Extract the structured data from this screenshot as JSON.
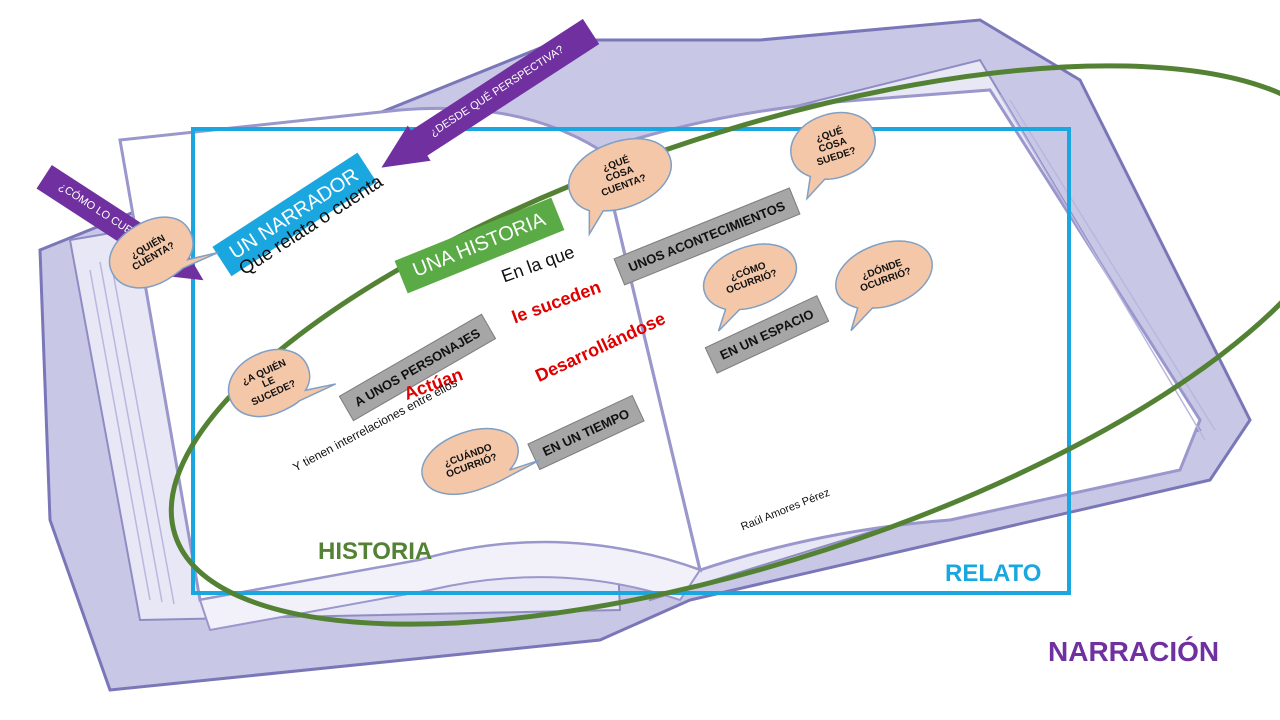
{
  "colors": {
    "relato_border": "#1aa7e0",
    "historia_ellipse": "#548235",
    "narrador_box": "#1aa7e0",
    "historia_box": "#5aab45",
    "event_box": "#a6a6a6",
    "bubble_fill": "#f4c7a8",
    "bubble_stroke": "#7f9fc4",
    "arrow_fill": "#7030a0",
    "red_text": "#e00000",
    "narracion_text": "#7030a0"
  },
  "icons": {
    "book": "open-book-illustration"
  },
  "arrows": {
    "como_lo_cuenta": "¿CÓMO LO CUENTA?",
    "desde_que_perspectiva": "¿DESDE QUÉ PERSPECTIVA?"
  },
  "boxes": {
    "narrador": "UN NARRADOR",
    "historia": "UNA HISTORIA",
    "acontecimientos": "UNOS ACONTECIMIENTOS",
    "personajes": "A UNOS PERSONAJES",
    "espacio": "EN UN ESPACIO",
    "tiempo": "EN UN TIEMPO"
  },
  "texts": {
    "relata": "Que relata o cuenta",
    "en_la_que": "En la que",
    "le_suceden": "le suceden",
    "actuan": "Actúan",
    "desarrollandose": "Desarrollándose",
    "interrelaciones": "Y tienen interrelaciones entre ellos",
    "autor": "Raúl Amores Pérez"
  },
  "bubbles": {
    "quien_cuenta": "¿QUIÉN\nCUENTA?",
    "que_cosa_cuenta": "¿QUÉ\nCOSA\nCUENTA?",
    "que_cosa_suede": "¿QUÉ\nCOSA\nSUEDE?",
    "como_ocurrio": "¿CÓMO\nOCURRIÓ?",
    "donde_ocurrio": "¿DÓNDE\nOCURRIÓ?",
    "a_quien_le_sucede": "¿A QUIÉN\nLE\nSUCEDE?",
    "cuando_ocurrio": "¿CUÁNDO\nOCURRIÓ?"
  },
  "captions": {
    "historia": "HISTORIA",
    "relato": "RELATO",
    "narracion": "NARRACIÓN"
  }
}
